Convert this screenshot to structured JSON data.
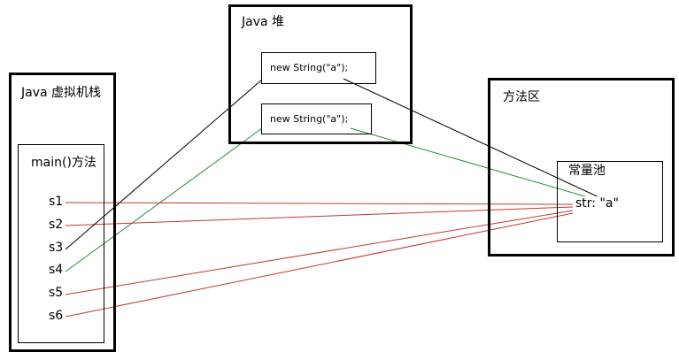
{
  "stack": {
    "title": "Java 虚拟机栈",
    "frame_title": "main()方法",
    "vars": [
      "s1",
      "s2",
      "s3",
      "s4",
      "s5",
      "s6"
    ]
  },
  "heap": {
    "title": "Java 堆",
    "objects": [
      "new String(\"a\");",
      "new String(\"a\");"
    ]
  },
  "method_area": {
    "title": "方法区",
    "pool_title": "常量池",
    "entry": "str: \"a\""
  },
  "colors": {
    "black": "#000000",
    "red": "#c0392b",
    "green": "#2e8b3c"
  }
}
